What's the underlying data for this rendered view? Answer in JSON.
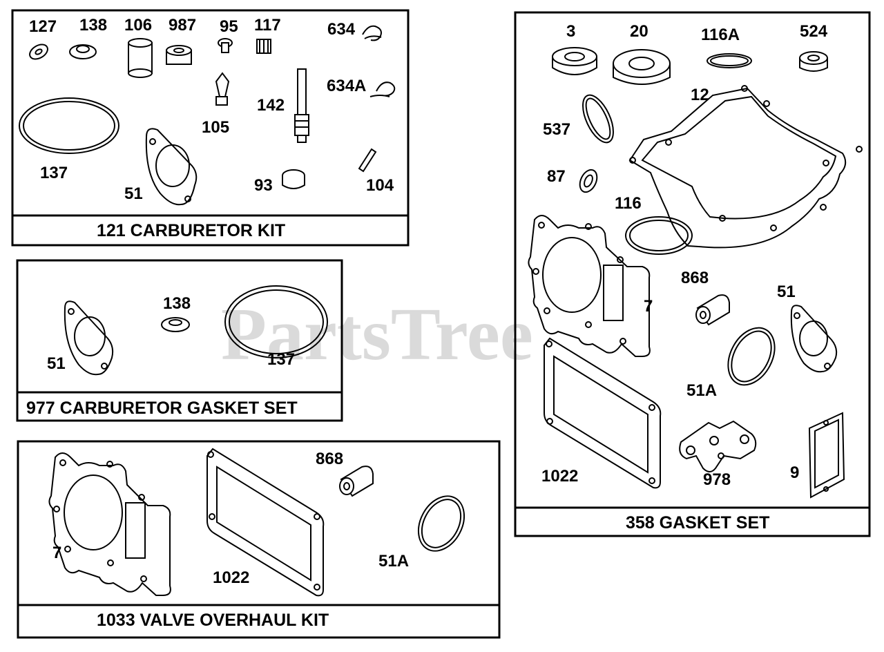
{
  "watermark": {
    "text": "PartsTree",
    "tm": "™"
  },
  "kits": {
    "carburetor_kit": {
      "title": "121 CARBURETOR KIT",
      "labels": {
        "p127": "127",
        "p138": "138",
        "p106": "106",
        "p987": "987",
        "p95": "95",
        "p117": "117",
        "p634": "634",
        "p634a": "634A",
        "p142": "142",
        "p105": "105",
        "p137": "137",
        "p51": "51",
        "p93": "93",
        "p104": "104"
      }
    },
    "carburetor_gasket_set": {
      "title": "977 CARBURETOR GASKET SET",
      "labels": {
        "p51": "51",
        "p138": "138",
        "p137": "137"
      }
    },
    "valve_overhaul_kit": {
      "title": "1033 VALVE OVERHAUL KIT",
      "labels": {
        "p7": "7",
        "p1022": "1022",
        "p868": "868",
        "p51a": "51A"
      }
    },
    "gasket_set": {
      "title": "358 GASKET SET",
      "labels": {
        "p3": "3",
        "p20": "20",
        "p116a": "116A",
        "p524": "524",
        "p12": "12",
        "p537": "537",
        "p87": "87",
        "p116": "116",
        "p868": "868",
        "p7": "7",
        "p51": "51",
        "p51a": "51A",
        "p1022": "1022",
        "p978": "978",
        "p9": "9"
      }
    }
  }
}
